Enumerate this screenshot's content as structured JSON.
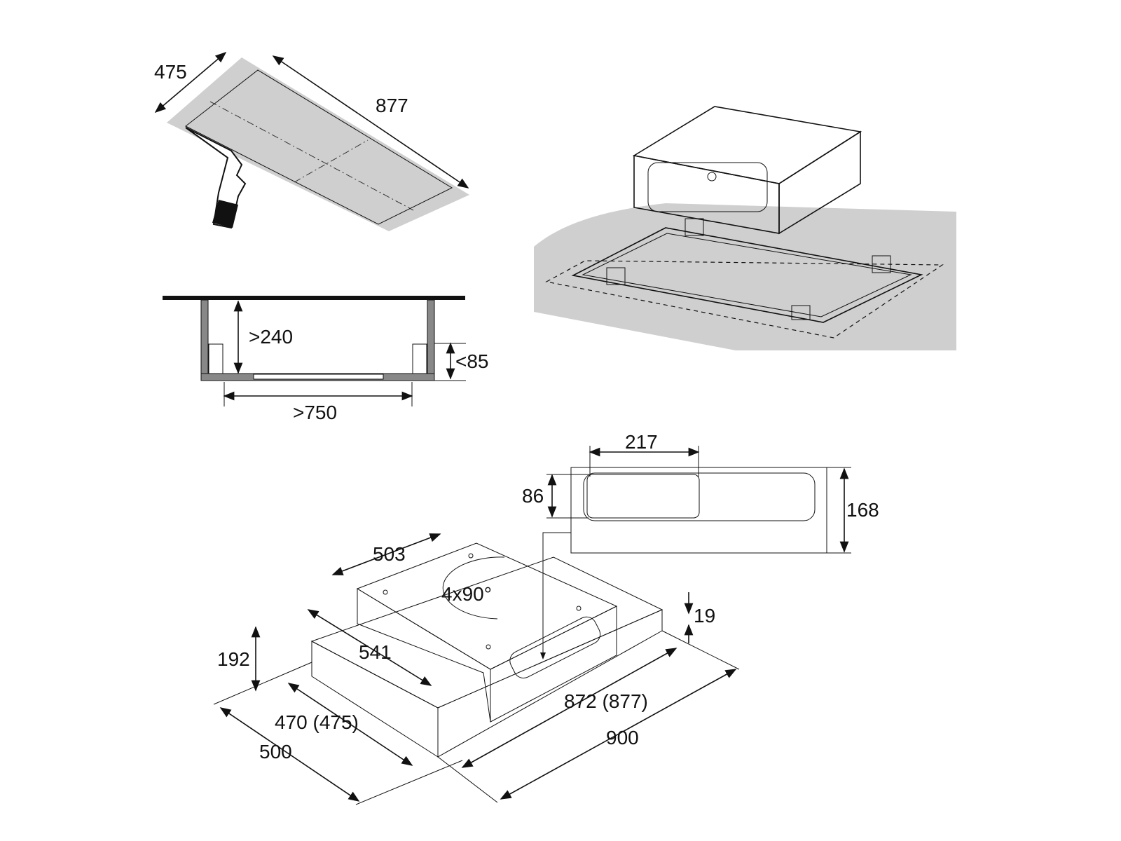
{
  "colors": {
    "grey_fill": "#cfcfcf",
    "panel_fill": "#e6e6e6",
    "line": "#111111"
  },
  "cutout_view": {
    "width_label": "475",
    "length_label": "877"
  },
  "section_view": {
    "height_label": ">240",
    "thickness_label": "<85",
    "width_label": ">750"
  },
  "outlet_view": {
    "opening_width_label": "217",
    "opening_height_label": "86",
    "total_height_label": "168"
  },
  "unit_view": {
    "top_width_label": "503",
    "rotation_label": "4x90°",
    "offset_label": "19",
    "height_label": "192",
    "depth_label": "541",
    "length_label": "872 (877)",
    "cutout_depth_label": "470 (475)",
    "total_length_label": "900",
    "total_depth_label": "500"
  }
}
